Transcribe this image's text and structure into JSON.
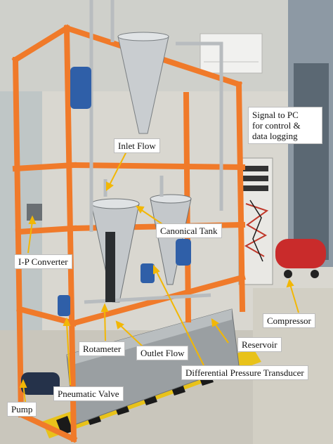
{
  "photo": {
    "labels": {
      "inlet_flow": "Inlet Flow",
      "canonical_tank": "Canonical Tank",
      "signal_to_pc": [
        "Signal to PC",
        "for control &",
        "data logging"
      ],
      "ip_converter": "I-P Converter",
      "compressor": "Compressor",
      "reservoir": "Reservoir",
      "rotameter": "Rotameter",
      "outlet_flow": "Outlet Flow",
      "differential_pressure_transducer": "Differential Pressure Transducer",
      "pneumatic_valve": "Pneumatic Valve",
      "pump": "Pump"
    },
    "colors": {
      "frame": "#f07a2a",
      "arrow": "#f2b705",
      "floor_stripe": "#e8c21a"
    }
  }
}
